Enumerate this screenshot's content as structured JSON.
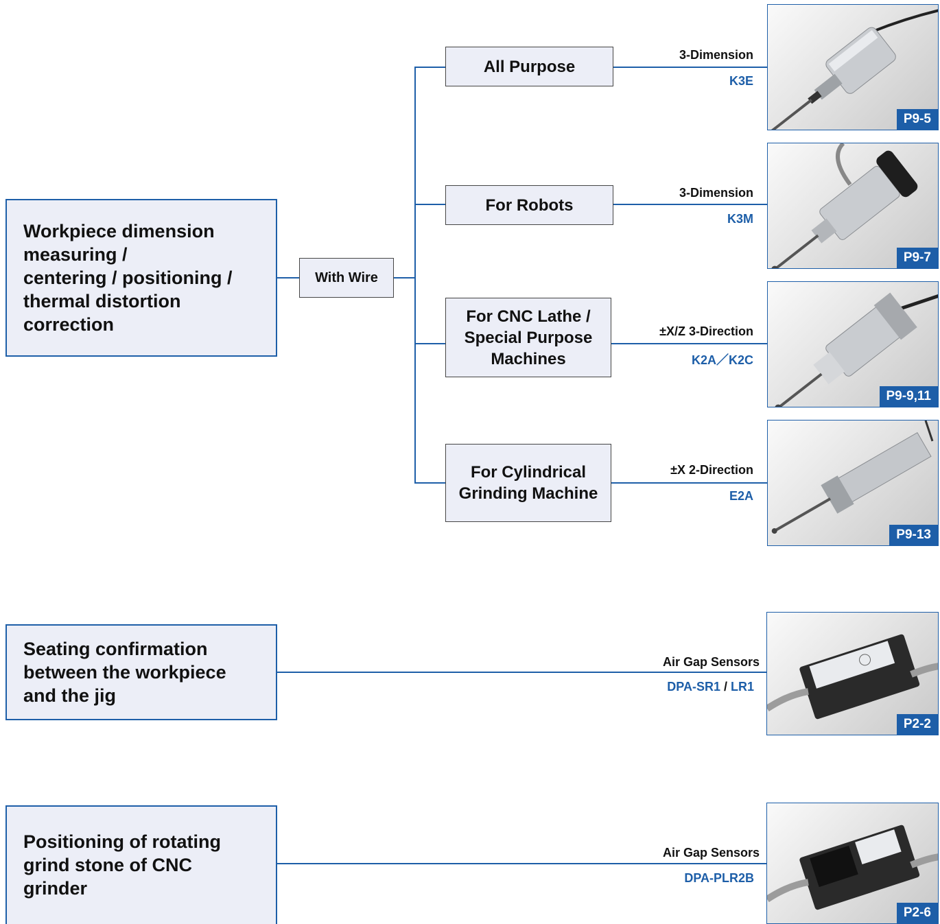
{
  "tree": {
    "root_label": "Workpiece dimension\nmeasuring /\ncentering / positioning /\nthermal distortion\ncorrection",
    "wire_label": "With Wire",
    "branches": [
      {
        "label": "All Purpose",
        "direction": "3-Dimension",
        "model": "K3E",
        "page": "P9-5",
        "product_icon": "touch-probe-k3e"
      },
      {
        "label": "For Robots",
        "direction": "3-Dimension",
        "model": "K3M",
        "page": "P9-7",
        "product_icon": "touch-probe-k3m"
      },
      {
        "label": "For CNC Lathe /\nSpecial Purpose\nMachines",
        "direction": "±X/Z 3-Direction",
        "model_a": "K2A",
        "model_sep": "／",
        "model_b": "K2C",
        "page": "P9-9,11",
        "product_icon": "touch-probe-k2a"
      },
      {
        "label": "For Cylindrical\nGrinding Machine",
        "direction": "±X 2-Direction",
        "model": "E2A",
        "page": "P9-13",
        "product_icon": "touch-probe-e2a"
      }
    ]
  },
  "seating": {
    "label": "Seating confirmation\nbetween the workpiece\nand the jig",
    "sensor": "Air Gap Sensors",
    "model_a": "DPA-SR1",
    "model_sep": " / ",
    "model_b": "LR1",
    "page": "P2-2",
    "product_icon": "air-gap-sensor-dpa-sr1"
  },
  "positioning": {
    "label": "Positioning of rotating\ngrind stone of CNC\ngrinder",
    "sensor": "Air Gap Sensors",
    "model": "DPA-PLR2B",
    "page": "P2-6",
    "product_icon": "air-gap-sensor-dpa-plr2b"
  },
  "colors": {
    "accent": "#1d5ea8",
    "box_fill": "#eceef7",
    "text": "#111111"
  }
}
